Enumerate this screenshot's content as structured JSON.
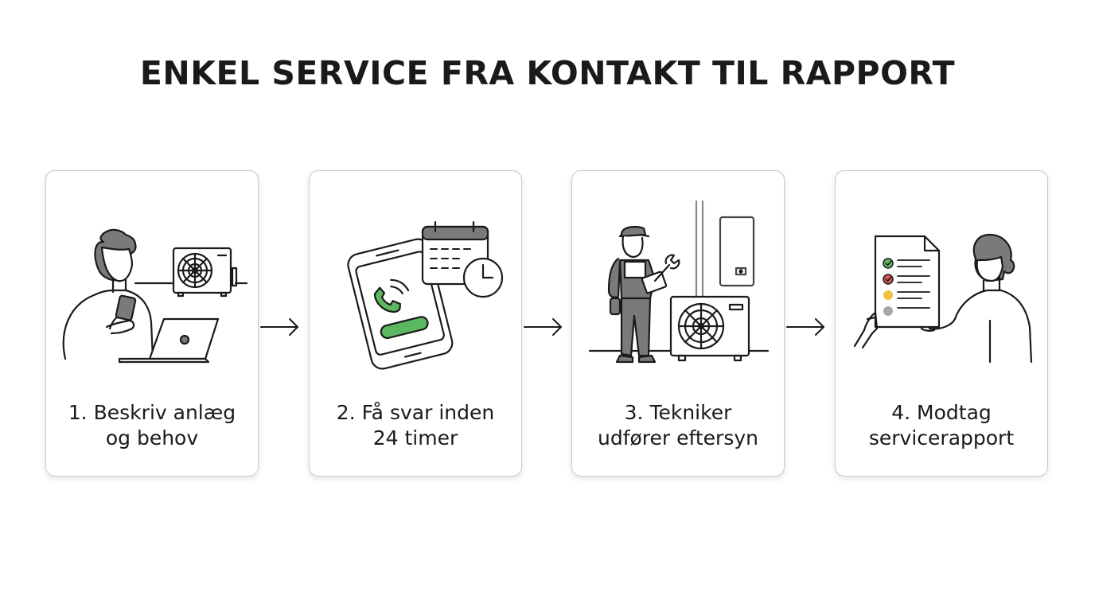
{
  "title": "ENKEL SERVICE FRA KONTAKT TIL RAPPORT",
  "steps": [
    {
      "line1": "1. Beskriv anlæg",
      "line2": "og behov",
      "icon": "person-laptop-heatpump-icon"
    },
    {
      "line1": "2. Få svar inden",
      "line2": "24 timer",
      "icon": "phone-calendar-clock-icon"
    },
    {
      "line1": "3. Tekniker",
      "line2": "udfører eftersyn",
      "icon": "technician-heatpump-icon"
    },
    {
      "line1": "4. Modtag",
      "line2": "servicerapport",
      "icon": "person-report-icon"
    }
  ],
  "colors": {
    "line": "#1a1a1a",
    "green": "#5cb860",
    "red": "#d9534f",
    "yellow": "#f0c040",
    "gray": "#a8a8a8",
    "card_border": "#c8c8c8"
  }
}
